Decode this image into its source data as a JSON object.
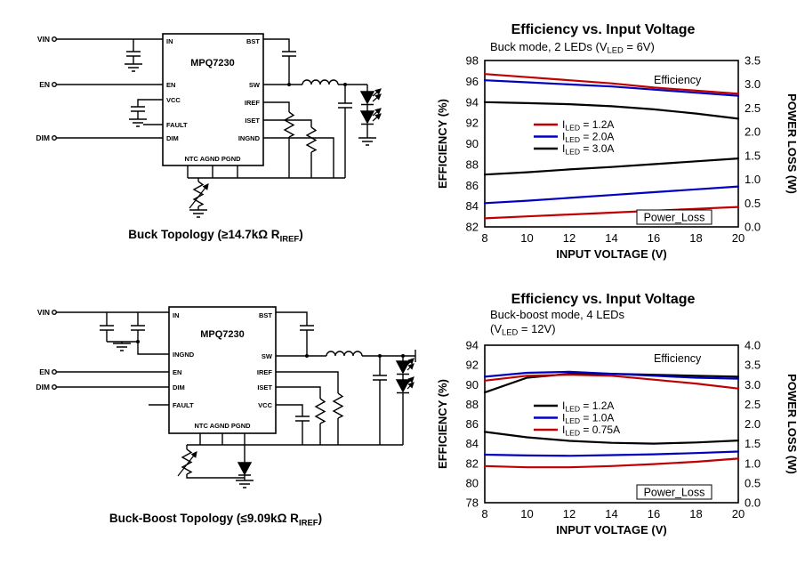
{
  "schematic_buck": {
    "ic": "MPQ7230",
    "input_vin": "VIN",
    "input_en": "EN",
    "input_dim": "DIM",
    "pin_in": "IN",
    "pin_bst": "BST",
    "pin_en": "EN",
    "pin_vcc": "VCC",
    "pin_fault": "FAULT",
    "pin_dim": "DIM",
    "pin_sw": "SW",
    "pin_iref": "IREF",
    "pin_iset": "ISET",
    "pin_ingnd": "INGND",
    "pins_bottom": "NTC AGND PGND",
    "caption": {
      "main": "Buck Topology (≥14.7kΩ R",
      "sub": "IREF",
      "end": ")"
    }
  },
  "schematic_buck_boost": {
    "ic": "MPQ7230",
    "input_vin": "VIN",
    "input_en": "EN",
    "input_dim": "DIM",
    "pin_in": "IN",
    "pin_bst": "BST",
    "pin_ingnd": "INGND",
    "pin_en": "EN",
    "pin_dim": "DIM",
    "pin_fault": "FAULT",
    "pin_sw": "SW",
    "pin_iref": "IREF",
    "pin_iset": "ISET",
    "pin_vcc": "VCC",
    "pins_bottom": "NTC AGND PGND",
    "caption": {
      "main": "Buck-Boost Topology (≤9.09kΩ R",
      "sub": "IREF",
      "end": ")"
    }
  },
  "chart_data": [
    {
      "id": "buck",
      "type": "line",
      "title": "Efficiency vs. Input Voltage",
      "subtitle": "Buck mode, 2 LEDs (VLED = 6V)",
      "subtitle_lines": [
        [
          {
            "t": "Buck mode, 2 LEDs (V"
          },
          {
            "t": "LED",
            "sub": true
          },
          {
            "t": " = 6V)"
          }
        ]
      ],
      "xlabel": "INPUT VOLTAGE (V)",
      "ylabel_left": "EFFICIENCY (%)",
      "ylabel_right": "POWER LOSS (W)",
      "xlim": [
        8,
        20
      ],
      "xticks": [
        8,
        10,
        12,
        14,
        16,
        18,
        20
      ],
      "ylim_left": [
        82,
        98
      ],
      "yticks_left": [
        98,
        96,
        94,
        92,
        90,
        88,
        86,
        84,
        82
      ],
      "ylim_right": [
        0.0,
        3.5
      ],
      "yticks_right": [
        "3.5",
        "3.0",
        "2.5",
        "2.0",
        "1.5",
        "1.0",
        "0.5",
        "0.0"
      ],
      "grid": false,
      "x": [
        8,
        10,
        12,
        14,
        16,
        18,
        20
      ],
      "series": [
        {
          "name": "ILED = 1.2A efficiency (%)",
          "axis": "left",
          "color": "#C00000",
          "values": [
            96.7,
            96.4,
            96.1,
            95.8,
            95.4,
            95.1,
            94.8
          ]
        },
        {
          "name": "ILED = 2.0A efficiency (%)",
          "axis": "left",
          "color": "#0000C0",
          "values": [
            96.1,
            95.9,
            95.7,
            95.5,
            95.2,
            94.9,
            94.6
          ]
        },
        {
          "name": "ILED = 3.0A efficiency (%)",
          "axis": "left",
          "color": "#000000",
          "values": [
            94.0,
            93.9,
            93.8,
            93.6,
            93.3,
            92.9,
            92.4
          ]
        },
        {
          "name": "ILED = 3.0A power loss (W)",
          "axis": "right",
          "color": "#000000",
          "values": [
            1.1,
            1.15,
            1.21,
            1.26,
            1.32,
            1.38,
            1.44
          ]
        },
        {
          "name": "ILED = 2.0A power loss (W)",
          "axis": "right",
          "color": "#0000C0",
          "values": [
            0.5,
            0.55,
            0.61,
            0.67,
            0.73,
            0.79,
            0.85
          ]
        },
        {
          "name": "ILED = 1.2A power loss (W)",
          "axis": "right",
          "color": "#C00000",
          "values": [
            0.18,
            0.22,
            0.26,
            0.3,
            0.34,
            0.38,
            0.42
          ]
        }
      ],
      "legend": [
        {
          "color": "#C00000",
          "pre": "I",
          "sub": "LED",
          "rest": " = 1.2A"
        },
        {
          "color": "#0000C0",
          "pre": "I",
          "sub": "LED",
          "rest": " = 2.0A"
        },
        {
          "color": "#000000",
          "pre": "I",
          "sub": "LED",
          "rest": " = 3.0A"
        }
      ],
      "annotations": {
        "efficiency": "Efficiency",
        "power_loss": "Power_Loss"
      },
      "legend_position": "inside-center-left"
    },
    {
      "id": "buck_boost",
      "type": "line",
      "title": "Efficiency vs. Input Voltage",
      "subtitle": "Buck-boost mode, 4 LEDs (VLED = 12V)",
      "subtitle_lines": [
        [
          {
            "t": "Buck-boost mode, 4 LEDs"
          }
        ],
        [
          {
            "t": "(V"
          },
          {
            "t": "LED",
            "sub": true
          },
          {
            "t": " = 12V)"
          }
        ]
      ],
      "xlabel": "INPUT VOLTAGE (V)",
      "ylabel_left": "EFFICIENCY (%)",
      "ylabel_right": "POWER LOSS (W)",
      "xlim": [
        8,
        20
      ],
      "xticks": [
        8,
        10,
        12,
        14,
        16,
        18,
        20
      ],
      "ylim_left": [
        78,
        94
      ],
      "yticks_left": [
        94,
        92,
        90,
        88,
        86,
        84,
        82,
        80,
        78
      ],
      "ylim_right": [
        0.0,
        4.0
      ],
      "yticks_right": [
        "4.0",
        "3.5",
        "3.0",
        "2.5",
        "2.0",
        "1.5",
        "1.0",
        "0.5",
        "0.0"
      ],
      "grid": false,
      "x": [
        8,
        10,
        12,
        14,
        16,
        18,
        20
      ],
      "series": [
        {
          "name": "ILED = 1.2A efficiency (%)",
          "axis": "left",
          "color": "#000000",
          "values": [
            89.2,
            90.7,
            91.1,
            91.1,
            91.0,
            90.9,
            90.8
          ]
        },
        {
          "name": "ILED = 1.0A efficiency (%)",
          "axis": "left",
          "color": "#0000C0",
          "values": [
            90.8,
            91.2,
            91.3,
            91.1,
            90.9,
            90.7,
            90.6
          ]
        },
        {
          "name": "ILED = 0.75A efficiency (%)",
          "axis": "left",
          "color": "#C00000",
          "values": [
            90.4,
            90.9,
            91.0,
            90.9,
            90.5,
            90.1,
            89.6
          ]
        },
        {
          "name": "ILED = 1.2A power loss (W)",
          "axis": "right",
          "color": "#000000",
          "values": [
            1.8,
            1.66,
            1.57,
            1.52,
            1.5,
            1.53,
            1.58
          ]
        },
        {
          "name": "ILED = 1.0A power loss (W)",
          "axis": "right",
          "color": "#0000C0",
          "values": [
            1.22,
            1.2,
            1.19,
            1.21,
            1.23,
            1.26,
            1.3
          ]
        },
        {
          "name": "ILED = 0.75A power loss (W)",
          "axis": "right",
          "color": "#C00000",
          "values": [
            0.93,
            0.9,
            0.9,
            0.93,
            0.98,
            1.04,
            1.12
          ]
        }
      ],
      "legend": [
        {
          "color": "#000000",
          "pre": "I",
          "sub": "LED",
          "rest": " = 1.2A"
        },
        {
          "color": "#0000C0",
          "pre": "I",
          "sub": "LED",
          "rest": " = 1.0A"
        },
        {
          "color": "#C00000",
          "pre": "I",
          "sub": "LED",
          "rest": " = 0.75A"
        }
      ],
      "annotations": {
        "efficiency": "Efficiency",
        "power_loss": "Power_Loss"
      },
      "legend_position": "inside-center-left"
    }
  ]
}
